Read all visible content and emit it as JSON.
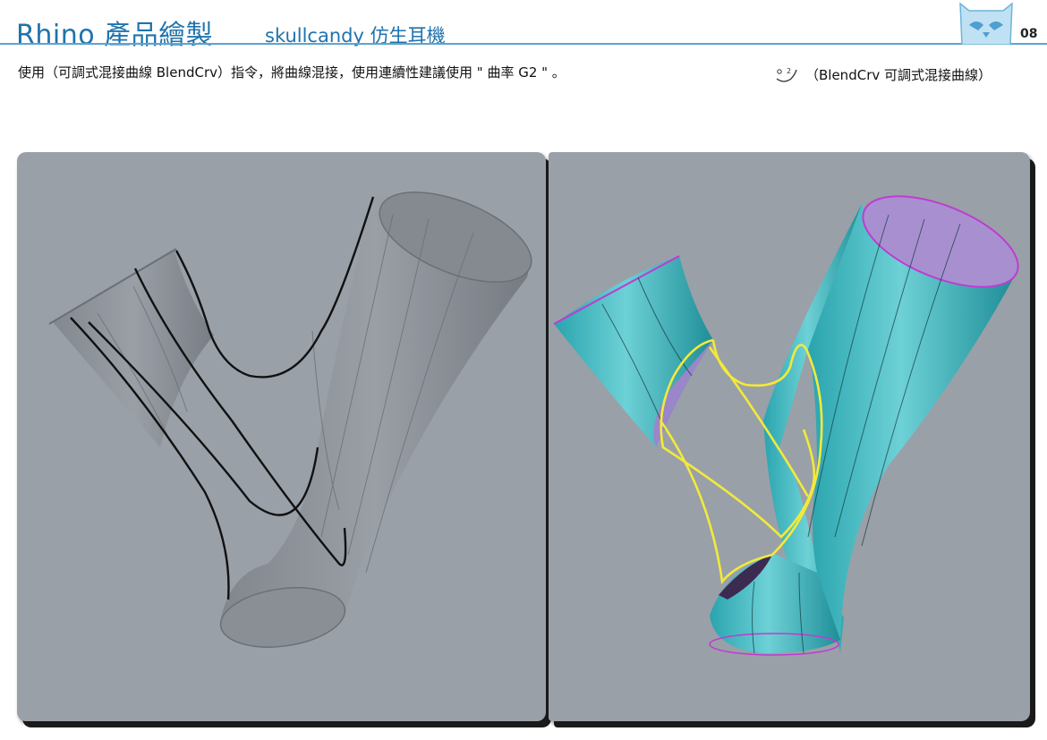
{
  "header": {
    "title": "Rhino 產品繪製",
    "subtitle": "skullcandy 仿生耳機",
    "page_number": "08"
  },
  "instruction": {
    "text": "使用（可調式混接曲線 BlendCrv）指令，將曲線混接，使用連續性建議使用 \" 曲率 G2 \" 。"
  },
  "command_ref": {
    "label": "（BlendCrv 可調式混接曲線）",
    "icon": "blend-curve-icon"
  },
  "colors": {
    "accent": "#1f73ad",
    "viewport_bg": "#9aa0a8",
    "surface_gray": "#8c9198",
    "surface_cyan": "#3fbcc4",
    "curve_yellow": "#f2ea3a",
    "edge_magenta": "#c03bd1",
    "inside_purple": "#9a86c8"
  }
}
